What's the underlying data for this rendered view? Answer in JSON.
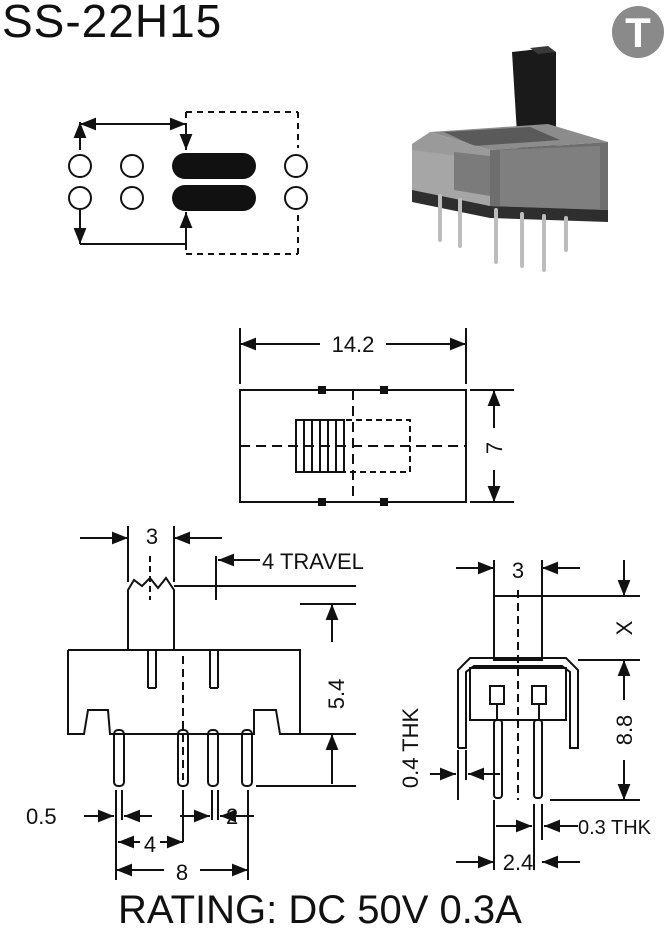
{
  "header": {
    "part_number": "SS-22H15",
    "logo_letter": "T",
    "logo_color": "#8a8a8a"
  },
  "dimensions": {
    "top_length": "14.2",
    "top_width": "7",
    "actuator_width": "3",
    "travel": "4 TRAVEL",
    "body_height": "5.4",
    "pin_thickness": "0.5",
    "pin_pitch_center": "4",
    "pin_pitch_right": "2",
    "pin_span": "8",
    "side_actuator_width": "3",
    "actuator_height": "X",
    "side_height": "8.8",
    "frame_thickness": "0.4 THK",
    "pin_thk": "0.3 THK",
    "pin_row_spacing": "2.4"
  },
  "footer": {
    "rating": "RATING: DC 50V 0.3A"
  }
}
